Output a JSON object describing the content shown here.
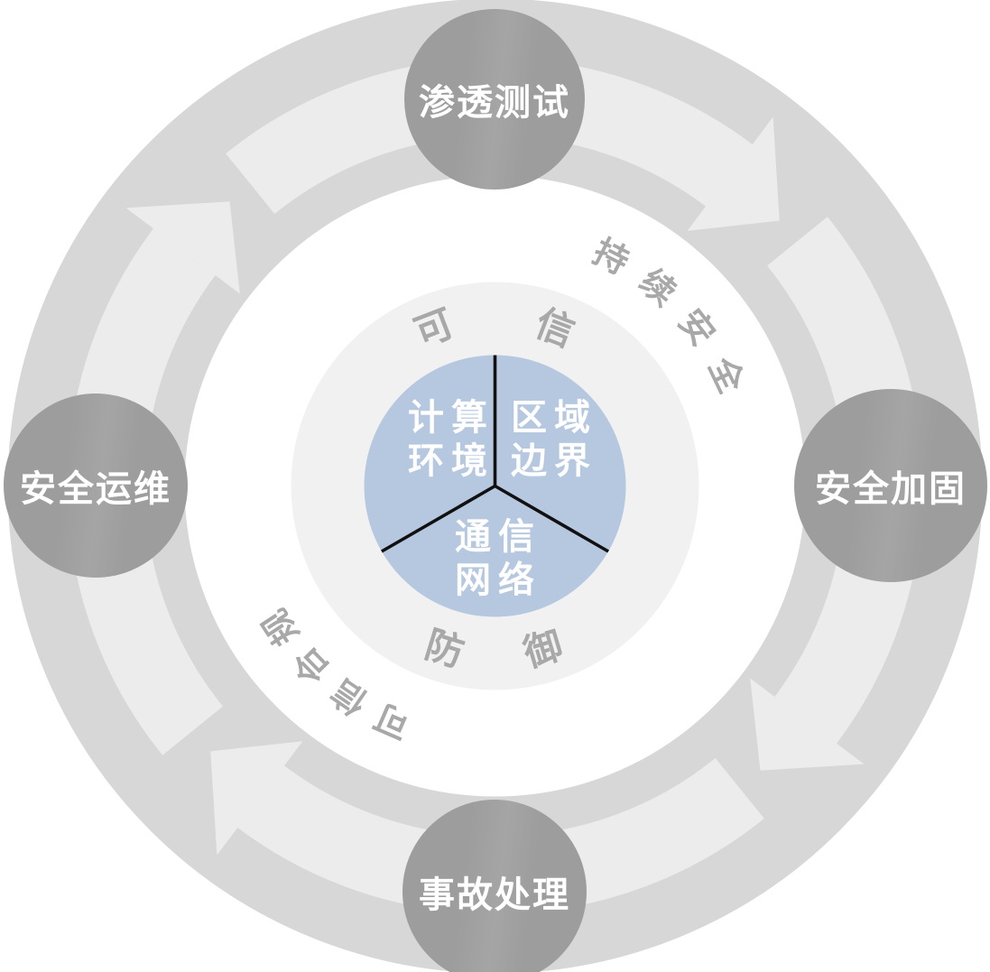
{
  "diagram": {
    "center_sectors": [
      {
        "label": "计算环境"
      },
      {
        "label": "区域边界"
      },
      {
        "label": "通信网络"
      }
    ],
    "inner_ring": {
      "top": "可信",
      "bottom": "防御"
    },
    "outer_ring_text": {
      "top_right": "持续安全",
      "bottom_left": "可信合规"
    },
    "satellites": [
      {
        "position": "top",
        "label": "渗透测试"
      },
      {
        "position": "right",
        "label": "安全加固"
      },
      {
        "position": "bottom",
        "label": "事故处理"
      },
      {
        "position": "left",
        "label": "安全运维"
      }
    ],
    "colors": {
      "outer_ring": "#d7d7d7",
      "arrow_band": "#ececec",
      "inner_disc": "#f1f1f1",
      "core_circle": "#b6c8df",
      "satellite": "#9d9d9d",
      "ring_text": "#a8a8a8",
      "label_text": "#ffffff",
      "divider_line": "#111111"
    }
  }
}
